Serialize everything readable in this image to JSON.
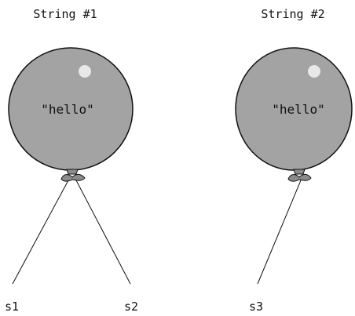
{
  "balloons": [
    {
      "title": "String #1",
      "value": "\"hello\""
    },
    {
      "title": "String #2",
      "value": "\"hello\""
    }
  ],
  "references": [
    "s1",
    "s2",
    "s3"
  ],
  "colors": {
    "balloon_fill": "#a3a3a3",
    "balloon_stroke": "#111111",
    "highlight": "#e8e8e8",
    "knot": "#8c8c8c"
  }
}
